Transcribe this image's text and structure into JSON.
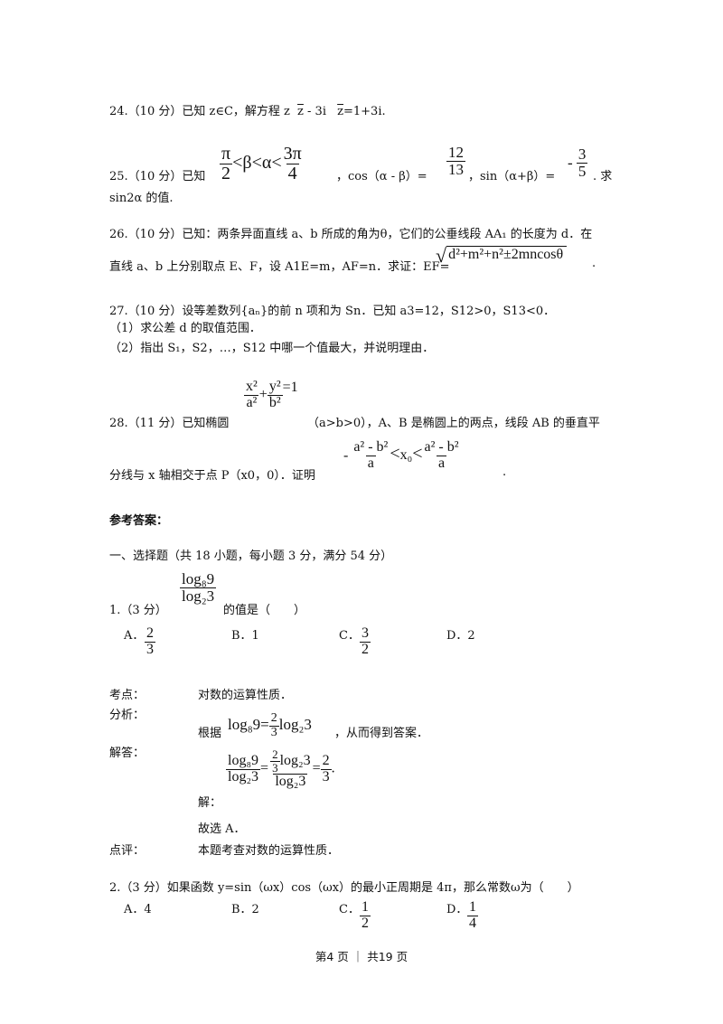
{
  "q24": {
    "text_a": "24.（10 分）已知 z∈C，解方程 z",
    "zbar1": "z",
    "text_b": "- 3i",
    "zbar2": "z",
    "text_c": "=1+3i."
  },
  "q25": {
    "label": "25.（10 分）已知",
    "pi": "π",
    "two": "2",
    "beta": "β",
    "alpha": "α",
    "three_pi": "3π",
    "four": "4",
    "cos_text": "，cos（α - β）=",
    "num12": "12",
    "den13": "13",
    "sin_text": "，sin（α+β）=",
    "minus": "-",
    "num3": "3",
    "den5": "5",
    "tail": ". 求",
    "line2": "sin2α 的值."
  },
  "q26": {
    "line1": "26.（10 分）已知：两条异面直线 a、b 所成的角为θ，它们的公垂线段 AA₁ 的长度为 d．在",
    "line2": "直线 a、b 上分别取点 E、F，设 A1E=m，AF=n．求证：EF=",
    "sqrt_content": "d²+m²+n²±2mncosθ",
    "end": "."
  },
  "q27": {
    "line1": "27.（10 分）设等差数列{aₙ}的前 n 项和为 Sn．已知 a3=12，S12>0，S13<0．",
    "line2": "（1）求公差 d 的取值范围．",
    "line3": "（2）指出 S₁，S2，…，S12 中哪一个值最大，并说明理由．"
  },
  "q28": {
    "label": "28.（11 分）已知椭圆",
    "x2": "x²",
    "a2": "a²",
    "plus": "+",
    "y2": "y²",
    "b2": "b²",
    "eq1": "=1",
    "rest": "（a>b>0），A、B 是椭圆上的两点，线段 AB 的垂直平",
    "line2": "分线与 x 轴相交于点 P（x0，0）．证明",
    "neg": "-",
    "num": "a² - b²",
    "den_a": "a",
    "lt": "<",
    "x0": "x₀",
    "end": "."
  },
  "answers_heading": "参考答案：",
  "section1": "一、选择题（共 18 小题，每小题 3 分，满分 54 分）",
  "q1": {
    "label": "1.（3 分）",
    "log_num": "log₈9",
    "log_den": "log₂3",
    "tail": "的值是（　　）",
    "optA": "A．",
    "optA_n": "2",
    "optA_d": "3",
    "optB": "B．1",
    "optC": "C．",
    "optC_n": "3",
    "optC_d": "2",
    "optD": "D．2"
  },
  "kaodian_label": "考点：",
  "kaodian": "对数的运算性质．",
  "fenxi_label": "分析：",
  "fenxi_a": "根据",
  "fenxi_expr_l": "log₈9=",
  "fenxi_n": "2",
  "fenxi_d": "3",
  "fenxi_expr_r": "log₂3",
  "fenxi_b": "，从而得到答案．",
  "jieda_label": "解答：",
  "jie": "解：",
  "jie_expr": {
    "n1": "log₈9",
    "d1": "log₂3",
    "n2a": "2",
    "n2b": "3",
    "n2c": "log₂3",
    "d2": "log₂3",
    "n3": "2",
    "d3": "3",
    "eq": "=",
    "end": "."
  },
  "guxuan": "故选 A．",
  "dianping_label": "点评：",
  "dianping": "本题考查对数的运算性质．",
  "q2": {
    "text": "2.（3 分）如果函数 y=sin（ωx）cos（ωx）的最小正周期是 4π，那么常数ω为（　　）",
    "optA": "A．4",
    "optB": "B．2",
    "optC": "C．",
    "optC_n": "1",
    "optC_d": "2",
    "optD": "D．",
    "optD_n": "1",
    "optD_d": "4"
  },
  "footer": "第4 页 ｜ 共19 页"
}
